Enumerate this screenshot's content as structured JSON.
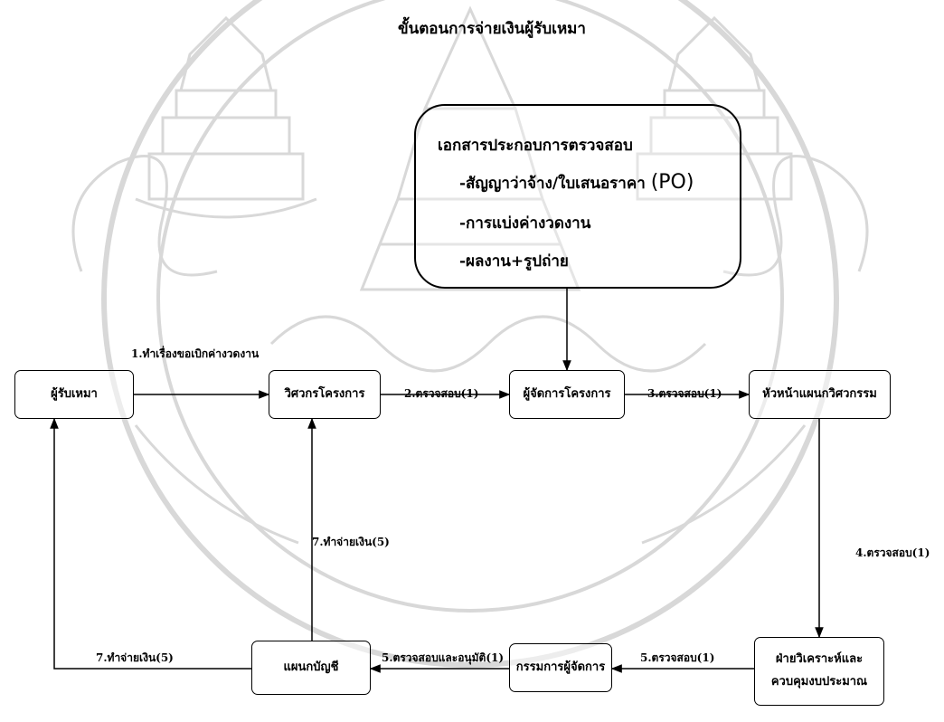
{
  "title": "ขั้นตอนการจ่ายเงินผู้รับเหมา",
  "documents": {
    "heading": "เอกสารประกอบการตรวจสอบ",
    "items": [
      "-สัญญาว่าจ้าง/ใบเสนอราคา",
      "-การแบ่งค่างวดงาน",
      "-ผลงาน+รูปถ่าย"
    ],
    "po": "(PO)"
  },
  "nodes": {
    "contractor": "ผู้รับเหมา",
    "project_engineer": "วิศวกรโครงการ",
    "project_manager": "ผู้จัดการโครงการ",
    "head_engineering": "หัวหน้าแผนกวิศวกรรม",
    "budget_dept": [
      "ฝ่ายวิเคราะห์และ",
      "ควบคุมงบประมาณ"
    ],
    "managing_director": "กรรมการผู้จัดการ",
    "accounting": "แผนกบัญชี"
  },
  "edges": {
    "e1": "1.ทำเรื่องขอเบิกค่างวดงาน",
    "e2": "2.ตรวจสอบ(1)",
    "e3": "3.ตรวจสอบ(1)",
    "e4": "4.ตรวจสอบ(1)",
    "e5a": "5.ตรวจสอบ(1)",
    "e5b": "5.ตรวจสอบและอนุมัติ(1)",
    "e7a": "7.ทำจ่ายเงิน(5)",
    "e7b": "7.ทำจ่ายเงิน(5)"
  }
}
